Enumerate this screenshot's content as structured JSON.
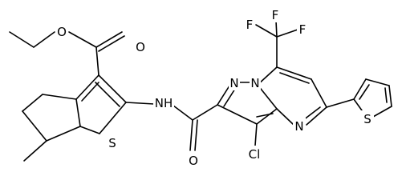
{
  "molecule": {
    "labels": {
      "O1": "O",
      "O2": "O",
      "O3": "O",
      "S1": "S",
      "S2": "S",
      "NH": "NH",
      "N1": "N",
      "N2": "N",
      "N3": "N",
      "Cl": "Cl",
      "F1": "F",
      "F2": "F",
      "F3": "F"
    }
  }
}
